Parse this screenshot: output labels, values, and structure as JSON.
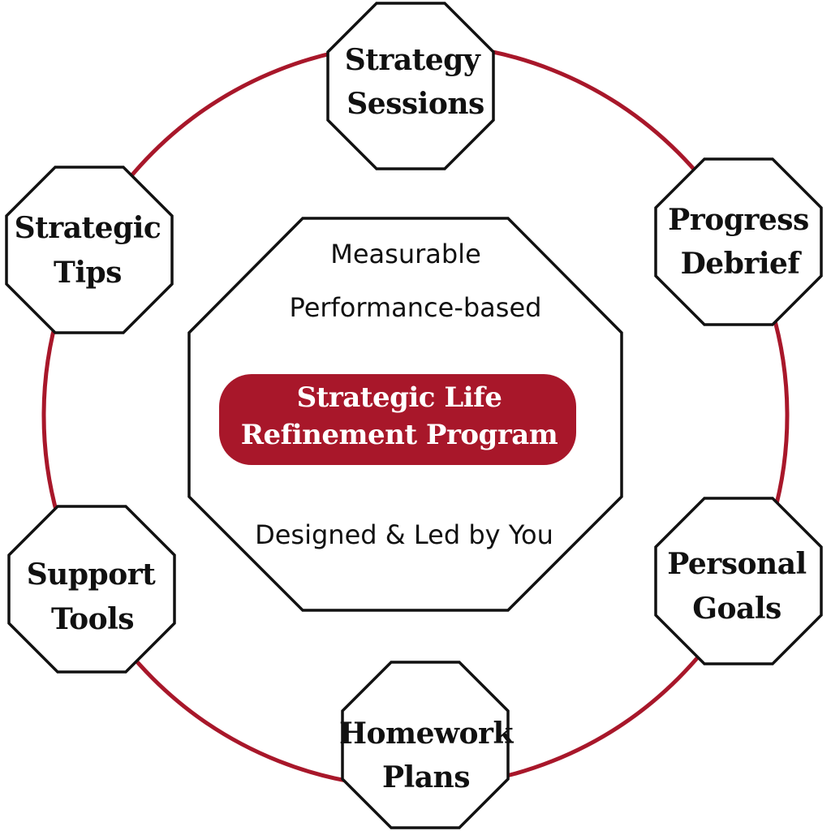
{
  "colors": {
    "ring": "#a8172a",
    "title_fill": "#a8172a",
    "stroke": "#111111",
    "node_fill": "#ffffff"
  },
  "center": {
    "line1": "Measurable",
    "line2": "Performance-based",
    "title_line1": "Strategic Life",
    "title_line2": "Refinement Program",
    "line3": "Designed & Led by You"
  },
  "nodes": [
    {
      "id": "strategy-sessions",
      "line1": "Strategy",
      "line2": "Sessions"
    },
    {
      "id": "progress-debrief",
      "line1": "Progress",
      "line2": "Debrief"
    },
    {
      "id": "personal-goals",
      "line1": "Personal",
      "line2": "Goals"
    },
    {
      "id": "homework-plans",
      "line1": "Homework",
      "line2": "Plans"
    },
    {
      "id": "support-tools",
      "line1": "Support",
      "line2": "Tools"
    },
    {
      "id": "strategic-tips",
      "line1": "Strategic",
      "line2": "Tips"
    }
  ]
}
